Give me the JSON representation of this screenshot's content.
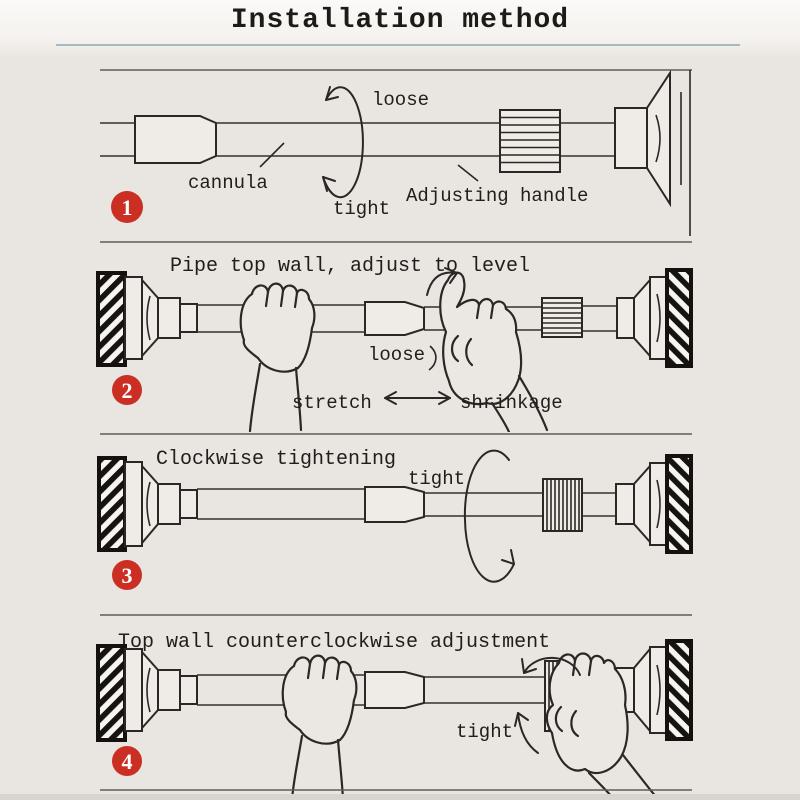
{
  "page": {
    "title": "Installation method"
  },
  "colors": {
    "accent_red": "#cb2f24",
    "underline_blue": "#a6bac3",
    "line_dark": "#2b2724",
    "panel_bg": "#e9e5e0"
  },
  "steps": [
    {
      "number": "1",
      "labels": {
        "loose": "loose",
        "tight": "tight",
        "cannula": "cannula",
        "adjusting_handle": "Adjusting handle"
      }
    },
    {
      "number": "2",
      "title": "Pipe top wall, adjust to level",
      "labels": {
        "loose": "loose",
        "stretch": "stretch",
        "shrinkage": "shrinkage"
      }
    },
    {
      "number": "3",
      "title": "Clockwise tightening",
      "labels": {
        "tight": "tight"
      }
    },
    {
      "number": "4",
      "title": "Top wall counterclockwise adjustment",
      "labels": {
        "tight": "tight"
      }
    }
  ]
}
